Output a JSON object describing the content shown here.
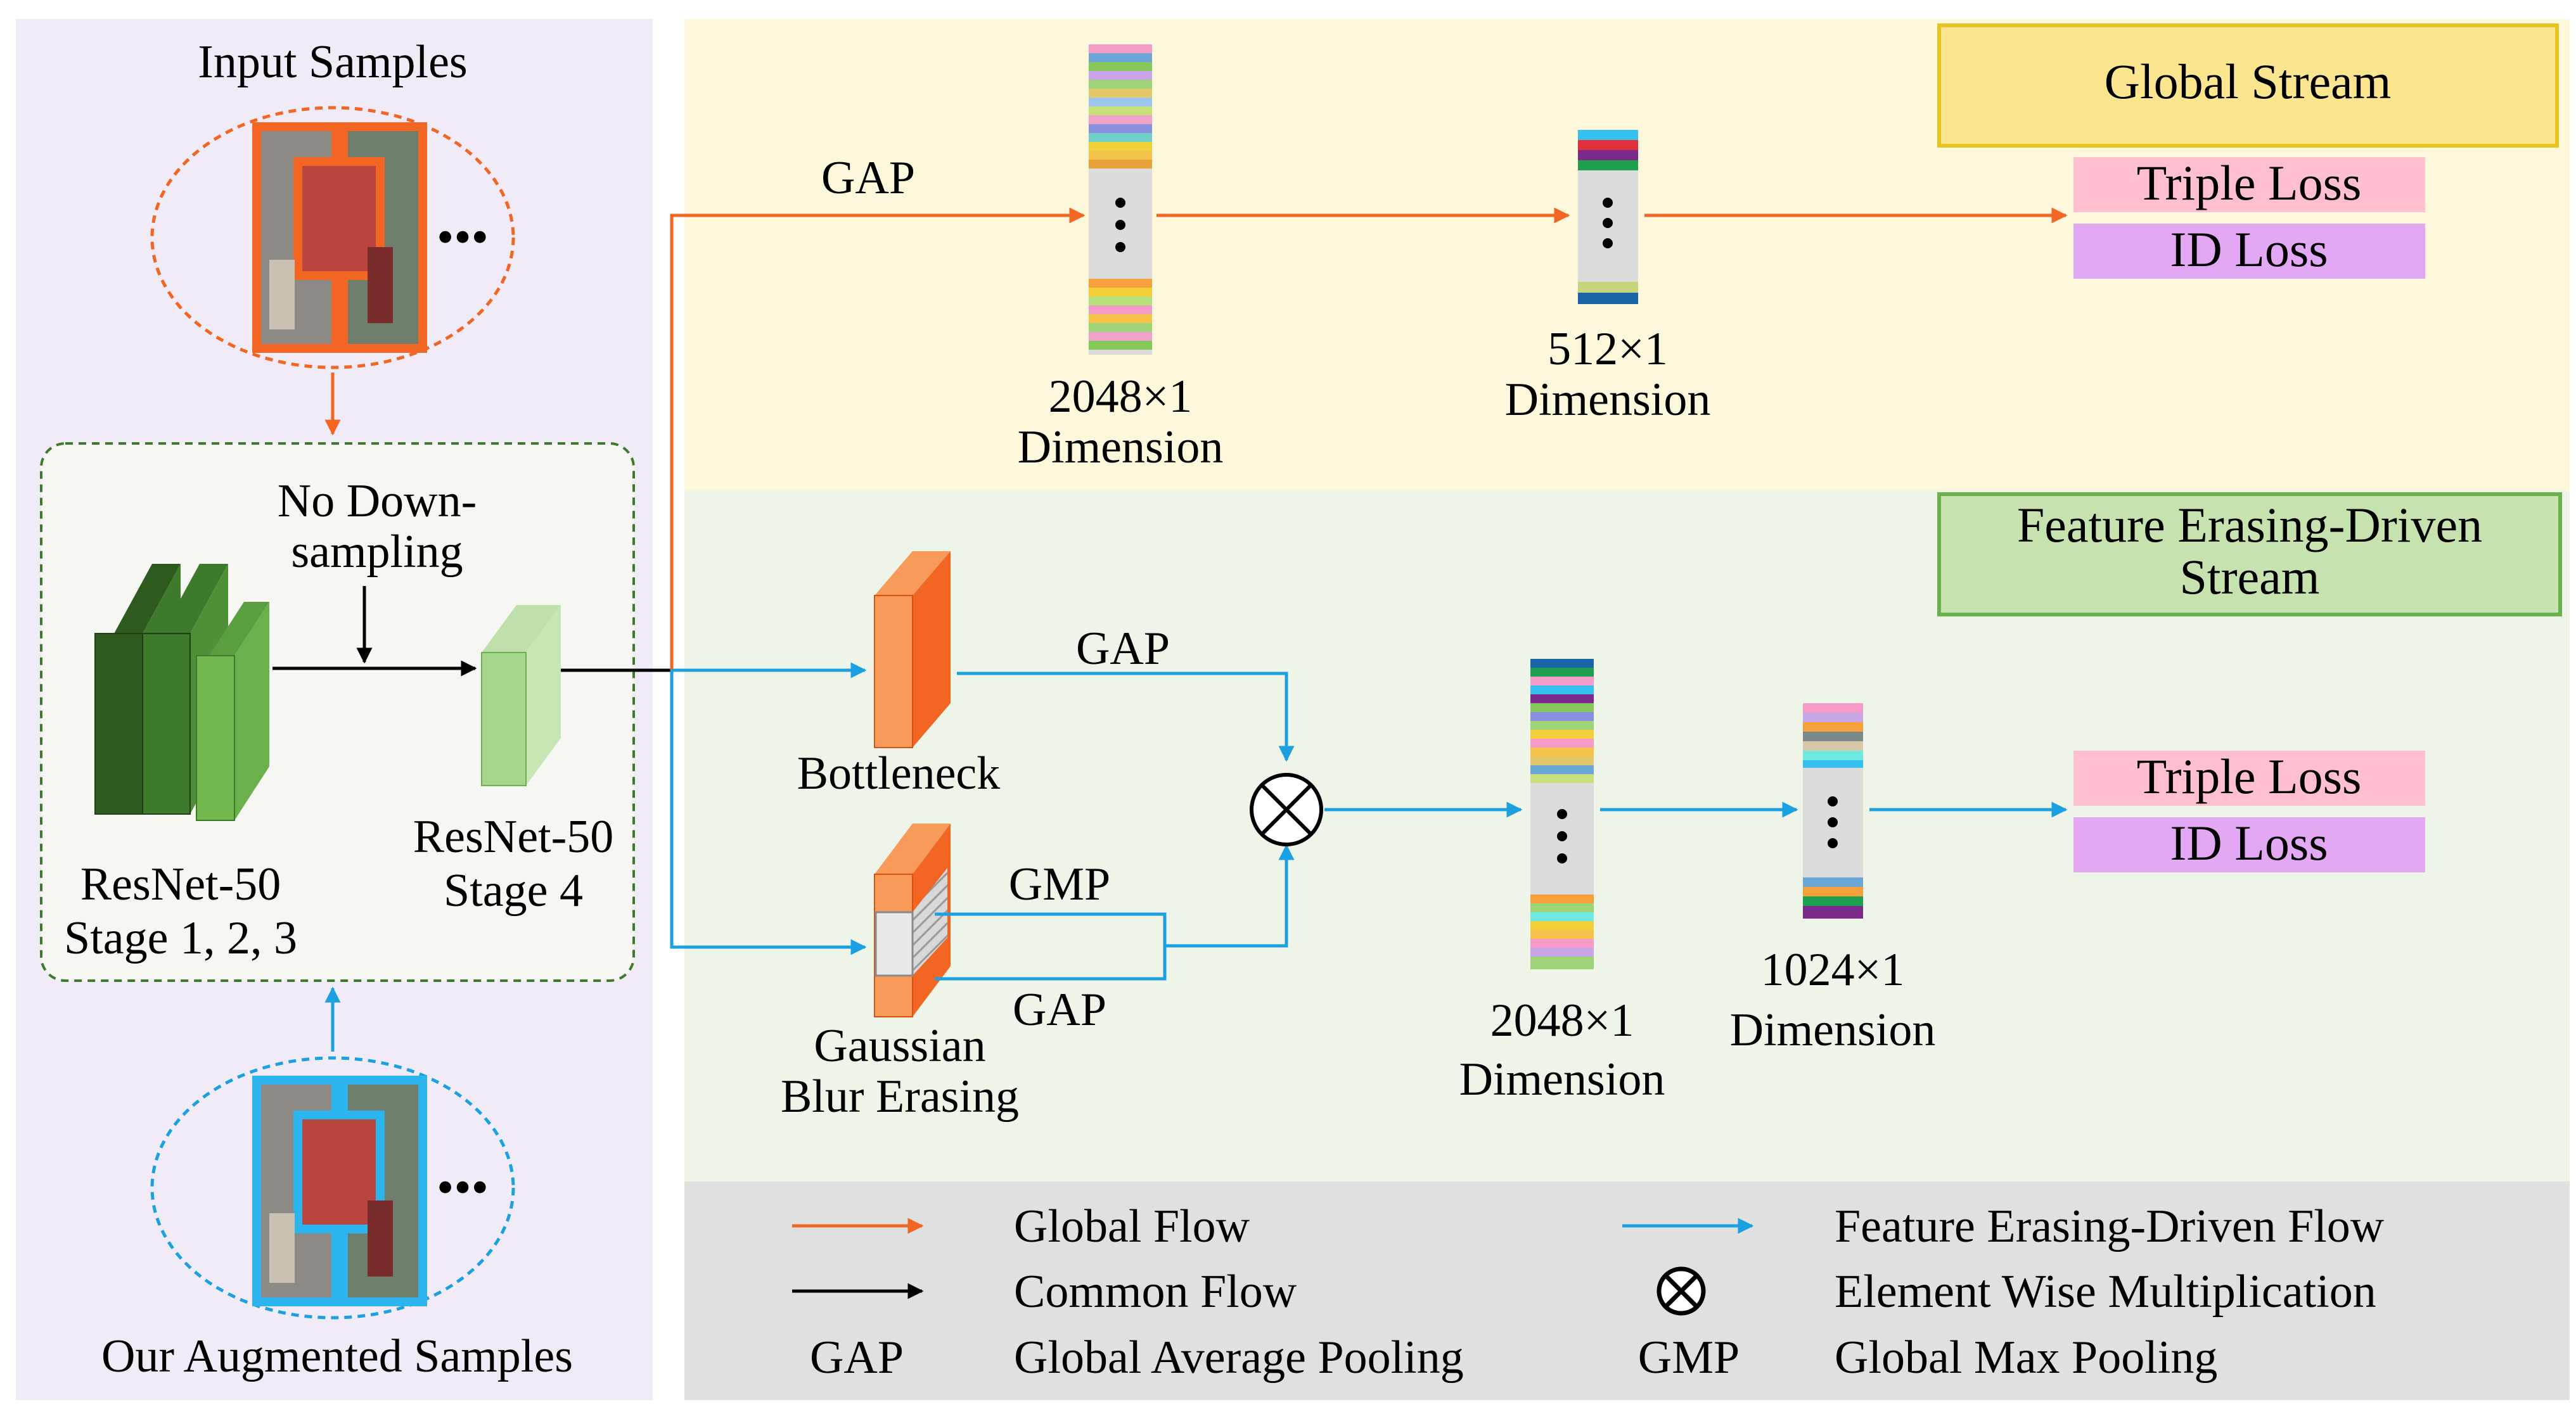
{
  "input_panel": {
    "top_label": "Input Samples",
    "bottom_label": "Our Augmented Samples",
    "ellipsis": "•••",
    "backbone": {
      "note_line1": "No Down-",
      "note_line2": "sampling",
      "stage123_line1": "ResNet-50",
      "stage123_line2": "Stage 1, 2, 3",
      "stage4_line1": "ResNet-50",
      "stage4_line2": "Stage 4"
    }
  },
  "global_stream": {
    "title": "Global Stream",
    "gap_label": "GAP",
    "feat1_size": "2048×1",
    "feat1_unit": "Dimension",
    "feat2_size": "512×1",
    "feat2_unit": "Dimension",
    "loss1": "Triple Loss",
    "loss2": "ID Loss"
  },
  "erasing_stream": {
    "title_line1": "Feature  Erasing-Driven",
    "title_line2": "Stream",
    "bottleneck_label": "Bottleneck",
    "erasing_line1": "Gaussian",
    "erasing_line2": "Blur Erasing",
    "gap_label_top": "GAP",
    "gmp_label": "GMP",
    "gap_label_bottom": "GAP",
    "feat1_size": "2048×1",
    "feat1_unit": "Dimension",
    "feat2_size": "1024×1",
    "feat2_unit": "Dimension",
    "loss1": "Triple Loss",
    "loss2": "ID Loss"
  },
  "legend": {
    "global_flow": "Global Flow",
    "erasing_flow": "Feature Erasing-Driven Flow",
    "common_flow": "Common Flow",
    "multiplication": "Element Wise Multiplication",
    "gap_abbr": "GAP",
    "gap_full": "Global Average Pooling",
    "gmp_abbr": "GMP",
    "gmp_full": "Global Max Pooling"
  },
  "colors": {
    "global_flow": "#f26522",
    "erasing_flow": "#1ba1e2",
    "common_flow": "#000000",
    "input_panel_bg": "#f1eaf7",
    "global_bg": "#fdf7dc",
    "erasing_bg": "#eef4e8",
    "legend_bg": "#e0e0e0",
    "triple_loss": "#ffbfcf",
    "id_loss": "#e3a8f4"
  }
}
